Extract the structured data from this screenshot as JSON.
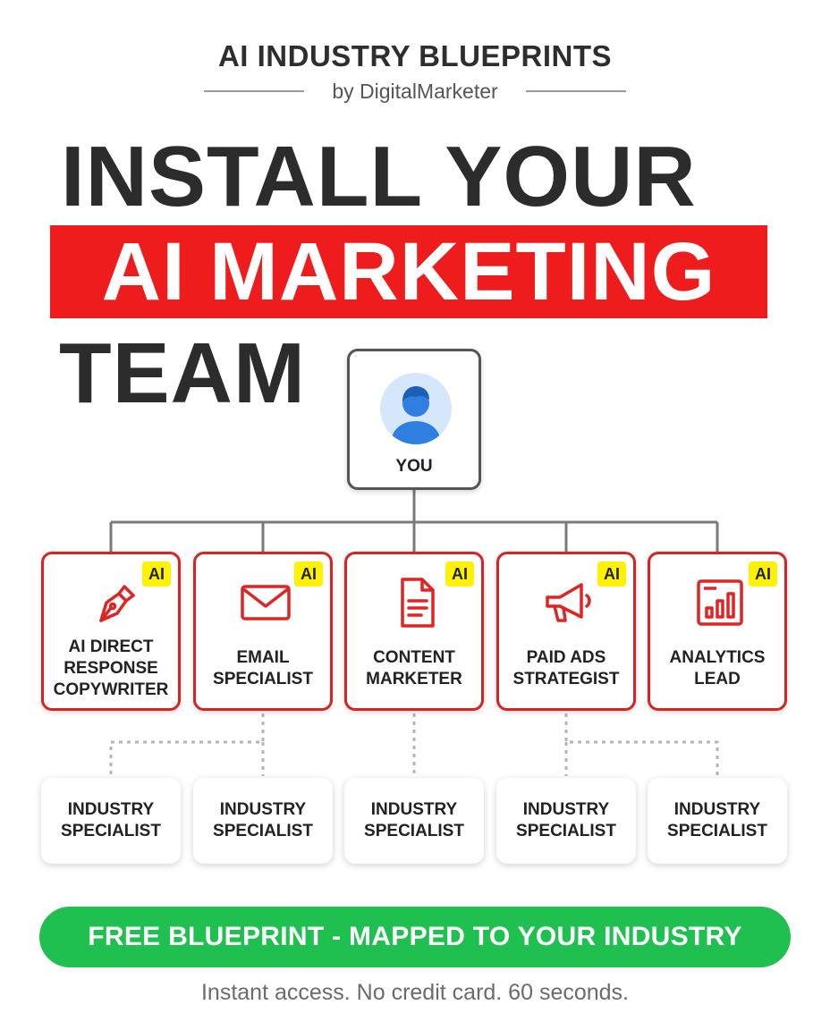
{
  "header": {
    "brand_title": "AI INDUSTRY BLUEPRINTS",
    "byline": "by DigitalMarketer"
  },
  "hero": {
    "line1": "INSTALL YOUR",
    "line2": "AI MARKETING",
    "line3": "TEAM"
  },
  "colors": {
    "accent_red": "#ee1c1c",
    "badge_yellow": "#fff200",
    "cta_green": "#1fc04f",
    "avatar_blue": "#2f7fe0"
  },
  "org_chart": {
    "root": {
      "label": "YOU",
      "icon": "user-avatar-icon"
    },
    "roles": [
      {
        "label": "AI DIRECT\nRESPONSE\nCOPYWRITER",
        "badge": "AI",
        "icon": "fountain-pen-icon"
      },
      {
        "label": "EMAIL\nSPECIALIST",
        "badge": "AI",
        "icon": "envelope-icon"
      },
      {
        "label": "CONTENT\nMARKETER",
        "badge": "AI",
        "icon": "document-icon"
      },
      {
        "label": "PAID ADS\nSTRATEGIST",
        "badge": "AI",
        "icon": "megaphone-icon"
      },
      {
        "label": "ANALYTICS\nLEAD",
        "badge": "AI",
        "icon": "bar-chart-icon"
      }
    ],
    "specialists": [
      {
        "label": "INDUSTRY\nSPECIALIST"
      },
      {
        "label": "INDUSTRY\nSPECIALIST"
      },
      {
        "label": "INDUSTRY\nSPECIALIST"
      },
      {
        "label": "INDUSTRY\nSPECIALIST"
      },
      {
        "label": "INDUSTRY\nSPECIALIST"
      }
    ]
  },
  "cta": {
    "label": "FREE BLUEPRINT - MAPPED TO YOUR INDUSTRY"
  },
  "footnote": "Instant access. No credit card. 60 seconds."
}
